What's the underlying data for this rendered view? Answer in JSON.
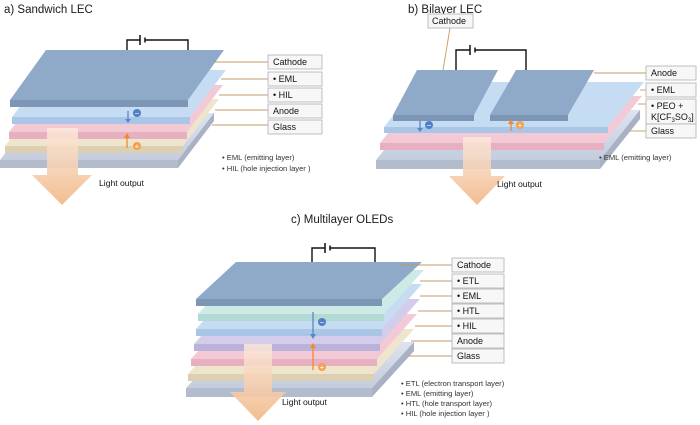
{
  "panels": {
    "a": {
      "title": "a) Sandwich LEC",
      "labels": [
        "Cathode",
        "• EML",
        "• HIL",
        "Anode",
        "Glass"
      ],
      "notes": [
        "• EML (emitting layer)",
        "• HIL (hole injection layer )"
      ],
      "light": "Light output"
    },
    "b": {
      "title": "b) Bilayer LEC",
      "callout": "Cathode",
      "labels": [
        "Anode",
        "• EML",
        "• PEO +",
        "K[CF",
        "3",
        "SO",
        "3",
        "]",
        "Glass"
      ],
      "notes": [
        "• EML (emitting layer)"
      ],
      "light": "Light output"
    },
    "c": {
      "title": "c) Multilayer OLEDs",
      "labels": [
        "Cathode",
        "• ETL",
        "• EML",
        "• HTL",
        "• HIL",
        "Anode",
        "Glass"
      ],
      "notes": [
        "• ETL (electron transport layer)",
        "• EML (emitting layer)",
        "• HTL (hole transport layer)",
        "• HIL (hole injection layer )"
      ],
      "light": "Light output"
    }
  },
  "charges": {
    "electron": "−",
    "hole": "+"
  },
  "colors": {
    "cathode": "#8fa9c8",
    "eml": "#c6dcf3",
    "hil": "#f4c9d6",
    "anode": "#efe4cc",
    "glass": "#cdd5e2",
    "etl": "#cdeae6",
    "htl": "#d3cdeb",
    "arrow": "#f3bf90"
  }
}
